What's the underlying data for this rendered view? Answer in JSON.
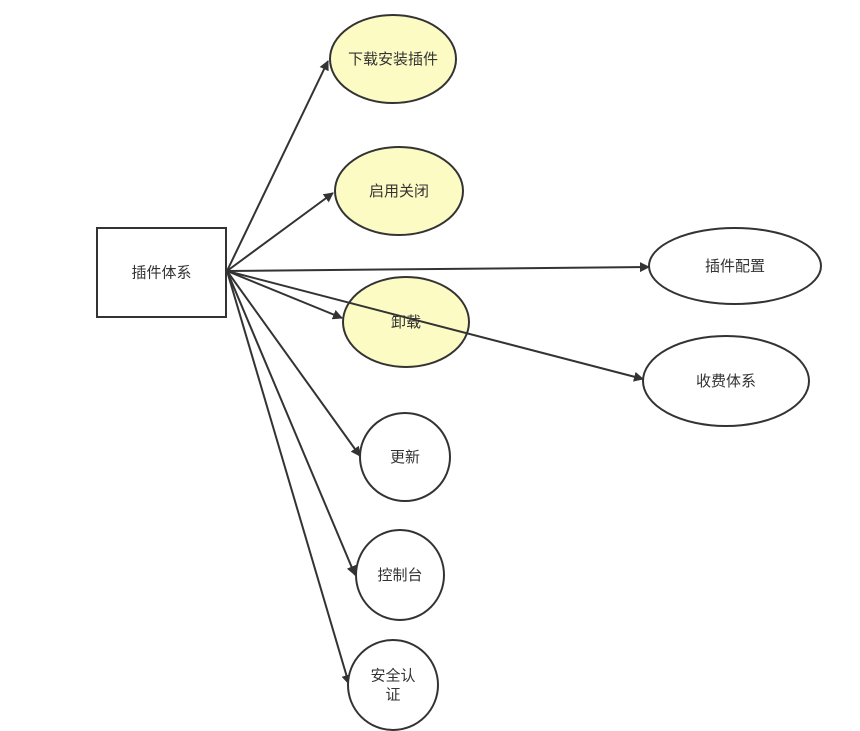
{
  "colors": {
    "stroke": "#333333",
    "highlight_fill": "#fdfbc4",
    "plain_fill": "#ffffff"
  },
  "root": {
    "id": "root",
    "label": "插件体系"
  },
  "nodes": [
    {
      "id": "download-install",
      "label": "下载安装插件",
      "highlighted": true
    },
    {
      "id": "enable-disable",
      "label": "启用关闭",
      "highlighted": true
    },
    {
      "id": "uninstall",
      "label": "卸载",
      "highlighted": true
    },
    {
      "id": "update",
      "label": "更新",
      "highlighted": false
    },
    {
      "id": "console",
      "label": "控制台",
      "highlighted": false
    },
    {
      "id": "security-auth",
      "label": "安全认证",
      "label_lines": [
        "安全认",
        "证"
      ],
      "highlighted": false
    },
    {
      "id": "plugin-config",
      "label": "插件配置",
      "highlighted": false
    },
    {
      "id": "billing-system",
      "label": "收费体系",
      "highlighted": false
    }
  ]
}
